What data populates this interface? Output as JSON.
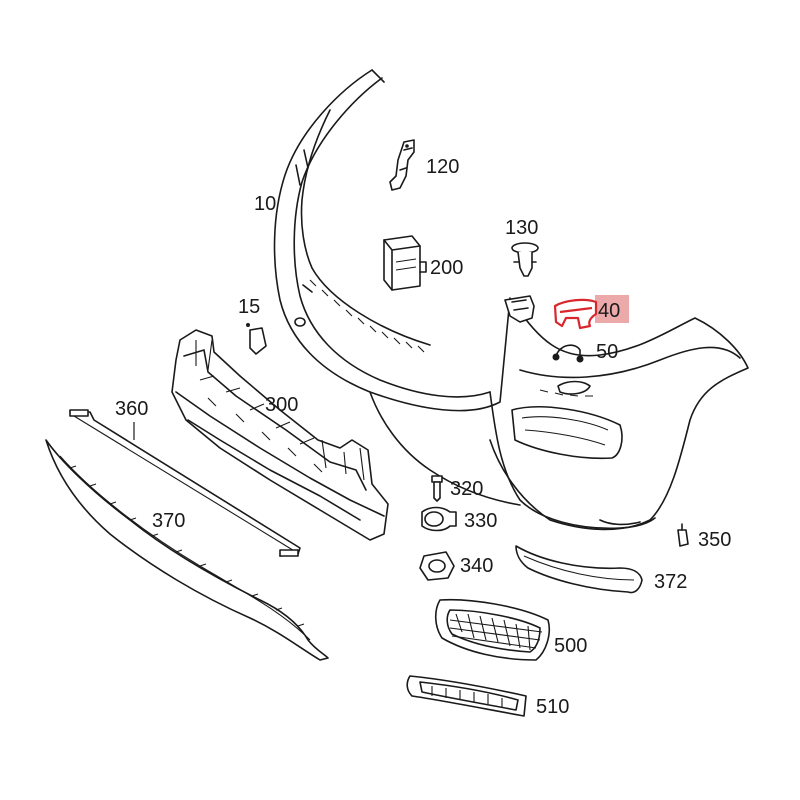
{
  "diagram": {
    "highlight_color": "#d9272e",
    "highlight_bg": "#e89a9a",
    "labels": {
      "p10": "10",
      "p120": "120",
      "p130": "130",
      "p200": "200",
      "p15": "15",
      "p40": "40",
      "p50": "50",
      "p300": "300",
      "p360": "360",
      "p370": "370",
      "p320": "320",
      "p330": "330",
      "p340": "340",
      "p350": "350",
      "p372": "372",
      "p500": "500",
      "p510": "510"
    }
  }
}
